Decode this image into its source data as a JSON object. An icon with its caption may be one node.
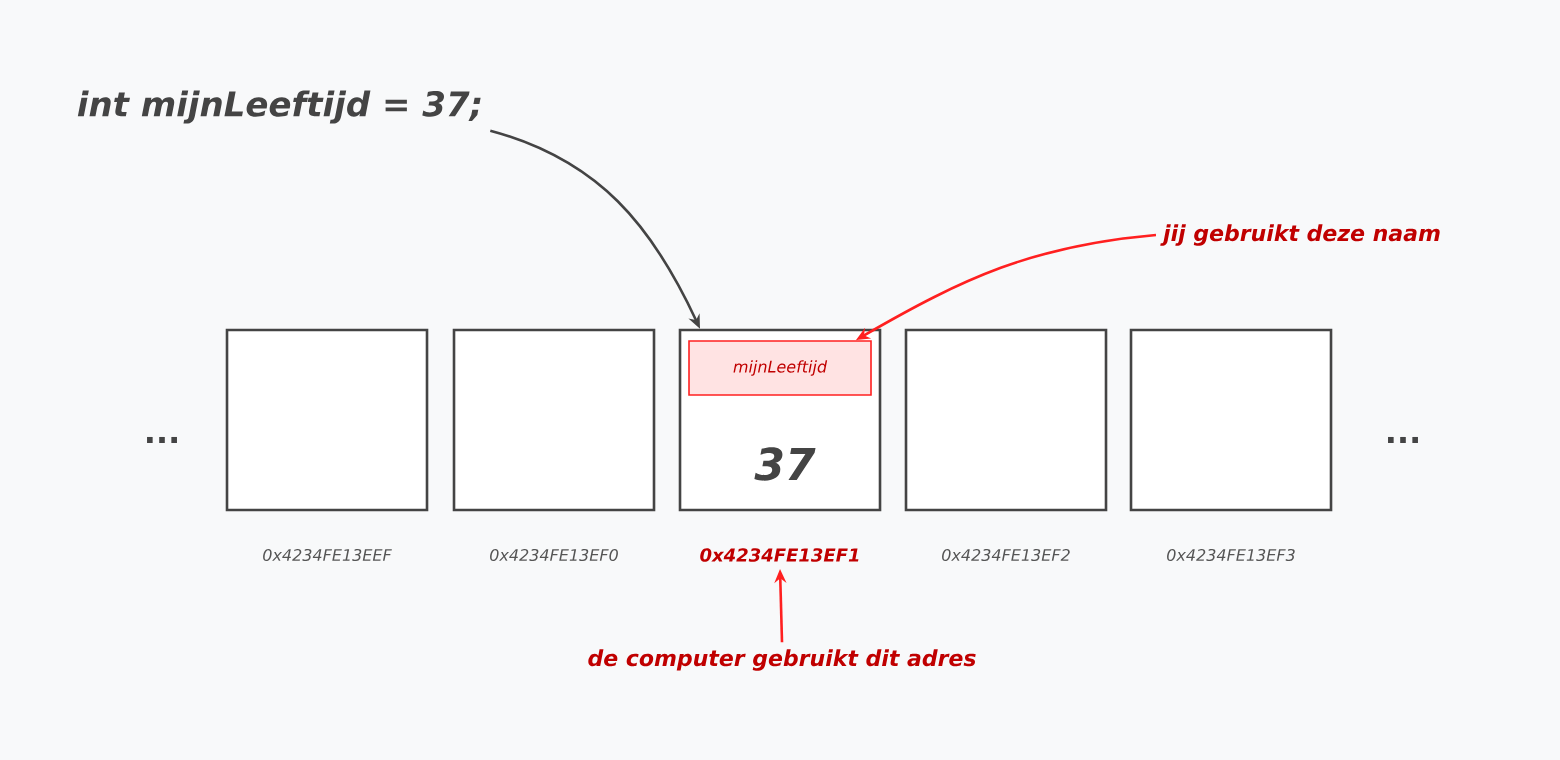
{
  "diagram": {
    "nodes": [
      {
        "text": [
          "int mijnLeeftijd = 37;"
        ]
      },
      {
        "text": [
          "jij gebruikt deze naam"
        ]
      },
      {
        "text": [],
        "shape": "box",
        "beside": [
          "0x4234FE13EEF"
        ]
      },
      {
        "text": [],
        "shape": "box",
        "beside": [
          "0x4234FE13EF0"
        ]
      },
      {
        "text": [
          "37"
        ]
      },
      {
        "text": [
          "mijnLeeftijd"
        ],
        "in": 4
      },
      {
        "text": [],
        "shape": "box",
        "beside": [
          "0x4234FE13EF2"
        ]
      },
      {
        "text": [],
        "shape": "box",
        "beside": [
          "0x4234FE13EF3"
        ]
      },
      {
        "text": [
          "0x4234FE13EF1"
        ]
      },
      {
        "text": [
          "de computer gebruikt dit adres"
        ]
      }
    ],
    "edges": [
      {
        "from": 0,
        "to": 4,
        "arrow": "to",
        "color": "#444444"
      },
      {
        "from": 1,
        "to": 5,
        "arrow": "to",
        "color": "#ff2020"
      },
      {
        "from": 9,
        "to": 8,
        "arrow": "to",
        "color": "#ff2020"
      }
    ],
    "labels": [
      "...",
      "..."
    ]
  }
}
